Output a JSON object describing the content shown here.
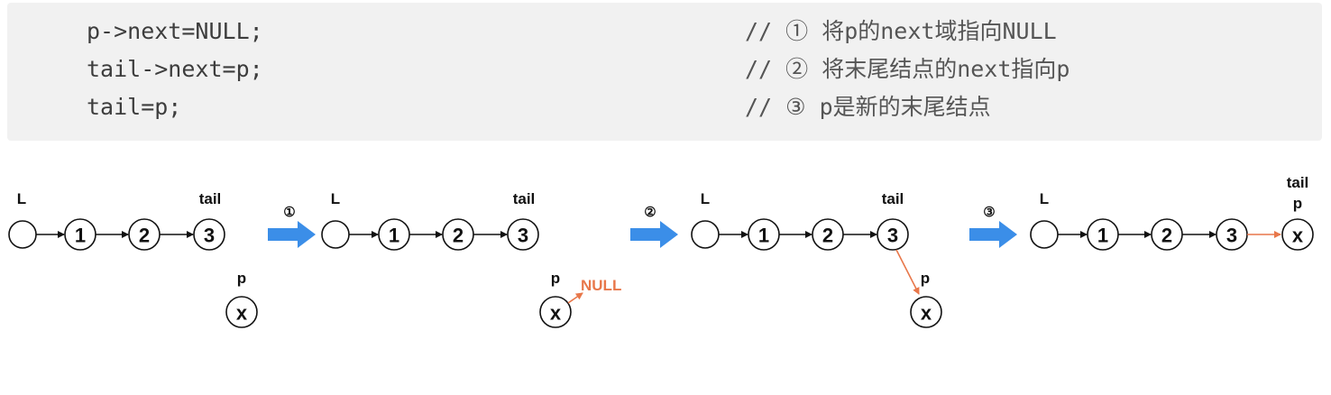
{
  "code": {
    "lines": [
      "p->next=NULL;",
      "tail->next=p;",
      "tail=p;"
    ],
    "comments": [
      "// ① 将p的next域指向NULL",
      "// ② 将末尾结点的next指向p",
      "// ③ p是新的末尾结点"
    ]
  },
  "diagram": {
    "head_label": "L",
    "tail_label": "tail",
    "p_label": "p",
    "null_label": "NULL",
    "node_values": [
      "1",
      "2",
      "3"
    ],
    "new_node_value": "x",
    "steps": [
      "①",
      "②",
      "③"
    ],
    "colors": {
      "step_arrow": "#3b8ee8",
      "new_link": "#e8774a"
    }
  }
}
